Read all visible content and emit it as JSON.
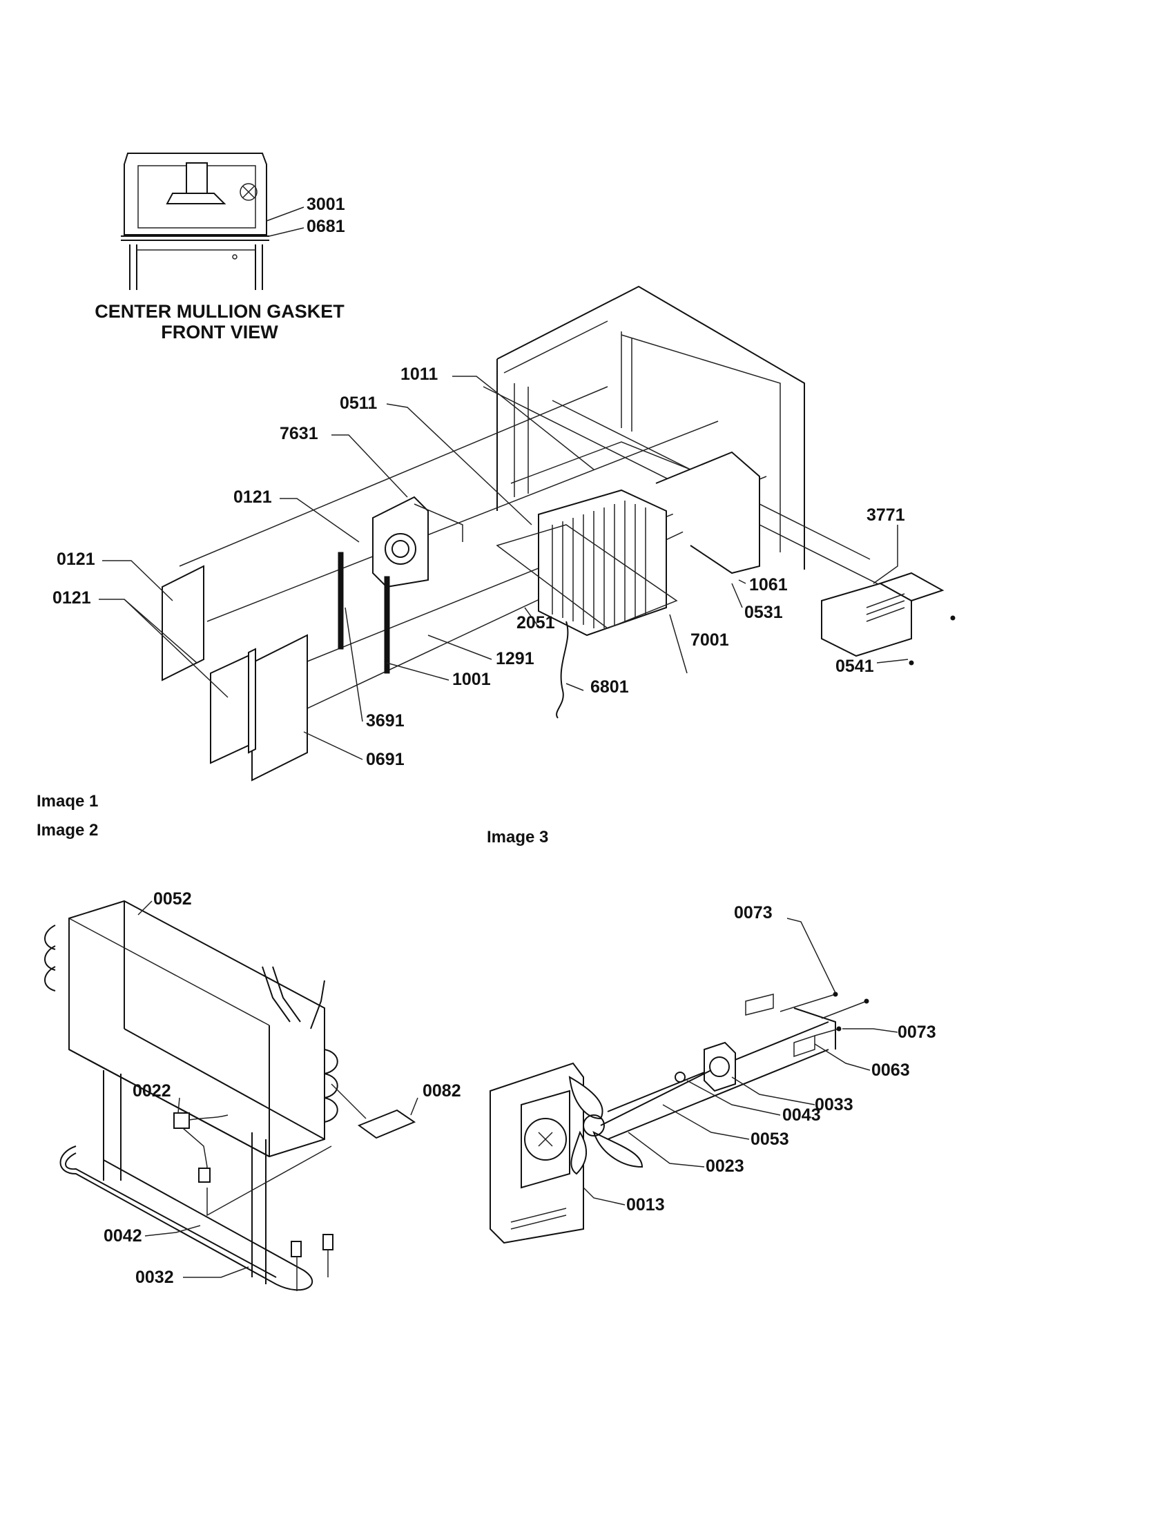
{
  "top_view": {
    "caption_line1": "CENTER MULLION GASKET",
    "caption_line2": "FRONT VIEW",
    "callouts": {
      "c3001": "3001",
      "c0681": "0681"
    }
  },
  "image1": {
    "label": "Imaqe 1",
    "callouts": {
      "c1011": "1011",
      "c0511": "0511",
      "c7631": "7631",
      "c0121a": "0121",
      "c0121b": "0121",
      "c0121c": "0121",
      "c3771": "3771",
      "c1061": "1061",
      "c0531": "0531",
      "c7001": "7001",
      "c2051": "2051",
      "c1291": "1291",
      "c1001": "1001",
      "c6801": "6801",
      "c0541": "0541",
      "c3691": "3691",
      "c0691": "0691"
    }
  },
  "image2": {
    "label": "Image 2",
    "callouts": {
      "c0052": "0052",
      "c0022": "0022",
      "c0082": "0082",
      "c0042": "0042",
      "c0032": "0032"
    }
  },
  "image3": {
    "label": "Image 3",
    "callouts": {
      "c0073a": "0073",
      "c0073b": "0073",
      "c0063": "0063",
      "c0033": "0033",
      "c0043": "0043",
      "c0053": "0053",
      "c0023": "0023",
      "c0013": "0013"
    }
  }
}
